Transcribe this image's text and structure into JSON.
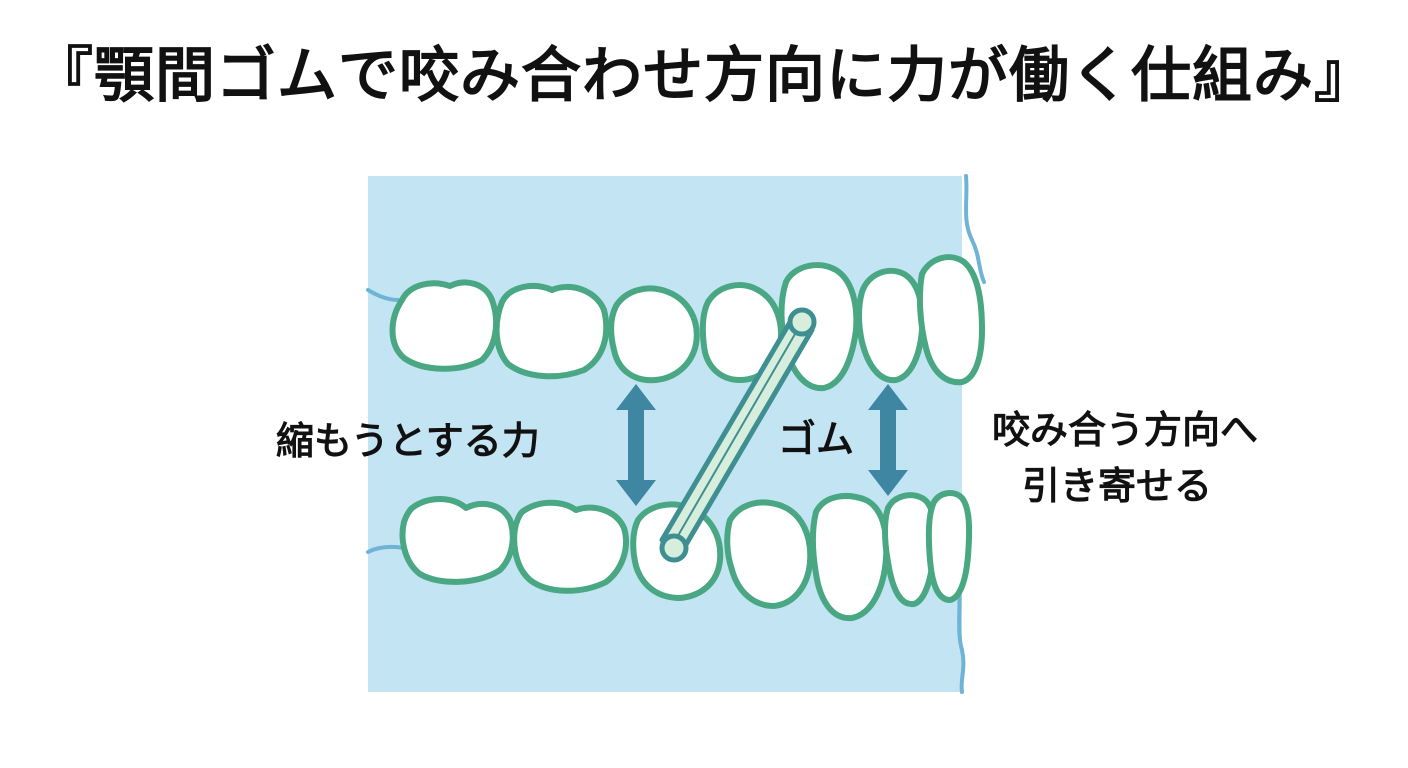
{
  "title": "『顎間ゴムで咬み合わせ方向に力が働く仕組み』",
  "labels": {
    "contracting_force": "縮もうとする力",
    "rubber": "ゴム",
    "bite_direction_line1": "咬み合う方向へ",
    "bite_direction_line2": "引き寄せる"
  },
  "colors": {
    "background_panel": "#c3e4f2",
    "tooth_outline": "#4aa784",
    "tooth_fill": "#ffffff",
    "arrow": "#3f86a3",
    "elastic_fill": "#d7eedd",
    "elastic_outline": "#3f8f92",
    "gum_line": "#6fb3d6"
  }
}
